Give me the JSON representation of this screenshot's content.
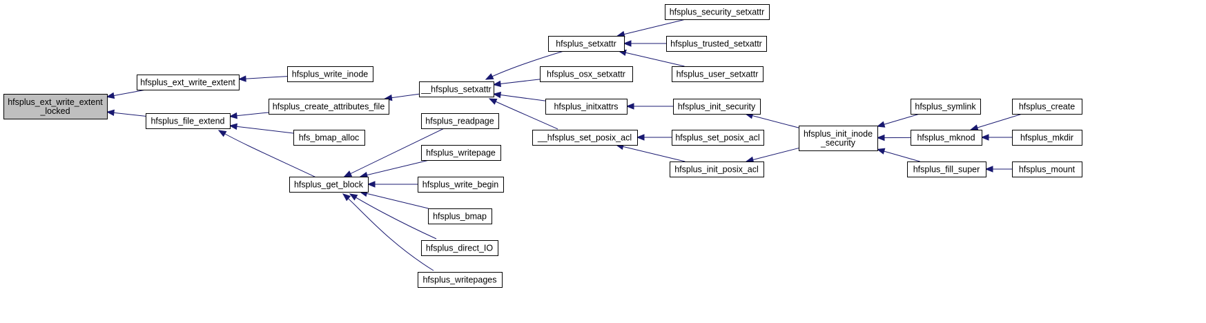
{
  "nodes": [
    {
      "id": "n0",
      "lines": [
        "hfsplus_ext_write_extent",
        "_locked"
      ],
      "focus": true
    },
    {
      "id": "n1",
      "lines": [
        "hfsplus_ext_write_extent"
      ]
    },
    {
      "id": "n2",
      "lines": [
        "hfsplus_write_inode"
      ]
    },
    {
      "id": "n3",
      "lines": [
        "hfsplus_file_extend"
      ]
    },
    {
      "id": "n4",
      "lines": [
        "hfsplus_create_attributes_file"
      ]
    },
    {
      "id": "n5",
      "lines": [
        "hfs_bmap_alloc"
      ]
    },
    {
      "id": "n6",
      "lines": [
        "hfsplus_get_block"
      ]
    },
    {
      "id": "n7",
      "lines": [
        "__hfsplus_setxattr"
      ]
    },
    {
      "id": "n8",
      "lines": [
        "hfsplus_readpage"
      ]
    },
    {
      "id": "n9",
      "lines": [
        "hfsplus_writepage"
      ]
    },
    {
      "id": "n10",
      "lines": [
        "hfsplus_write_begin"
      ]
    },
    {
      "id": "n11",
      "lines": [
        "hfsplus_bmap"
      ]
    },
    {
      "id": "n12",
      "lines": [
        "hfsplus_direct_IO"
      ]
    },
    {
      "id": "n13",
      "lines": [
        "hfsplus_writepages"
      ]
    },
    {
      "id": "n14",
      "lines": [
        "hfsplus_setxattr"
      ]
    },
    {
      "id": "n15",
      "lines": [
        "hfsplus_osx_setxattr"
      ]
    },
    {
      "id": "n16",
      "lines": [
        "hfsplus_initxattrs"
      ]
    },
    {
      "id": "n17",
      "lines": [
        "__hfsplus_set_posix_acl"
      ]
    },
    {
      "id": "n18",
      "lines": [
        "hfsplus_security_setxattr"
      ]
    },
    {
      "id": "n19",
      "lines": [
        "hfsplus_trusted_setxattr"
      ]
    },
    {
      "id": "n20",
      "lines": [
        "hfsplus_user_setxattr"
      ]
    },
    {
      "id": "n21",
      "lines": [
        "hfsplus_init_security"
      ]
    },
    {
      "id": "n22",
      "lines": [
        "hfsplus_set_posix_acl"
      ]
    },
    {
      "id": "n23",
      "lines": [
        "hfsplus_init_posix_acl"
      ]
    },
    {
      "id": "n24",
      "lines": [
        "hfsplus_init_inode",
        "_security"
      ]
    },
    {
      "id": "n25",
      "lines": [
        "hfsplus_symlink"
      ]
    },
    {
      "id": "n26",
      "lines": [
        "hfsplus_mknod"
      ]
    },
    {
      "id": "n27",
      "lines": [
        "hfsplus_fill_super"
      ]
    },
    {
      "id": "n28",
      "lines": [
        "hfsplus_create"
      ]
    },
    {
      "id": "n29",
      "lines": [
        "hfsplus_mkdir"
      ]
    },
    {
      "id": "n30",
      "lines": [
        "hfsplus_mount"
      ]
    }
  ],
  "edges": [
    {
      "from": "n1",
      "to": "n0"
    },
    {
      "from": "n3",
      "to": "n0"
    },
    {
      "from": "n2",
      "to": "n1"
    },
    {
      "from": "n4",
      "to": "n3"
    },
    {
      "from": "n5",
      "to": "n3"
    },
    {
      "from": "n6",
      "to": "n3"
    },
    {
      "from": "n7",
      "to": "n4"
    },
    {
      "from": "n8",
      "to": "n6"
    },
    {
      "from": "n9",
      "to": "n6"
    },
    {
      "from": "n10",
      "to": "n6"
    },
    {
      "from": "n11",
      "to": "n6"
    },
    {
      "from": "n12",
      "to": "n6"
    },
    {
      "from": "n13",
      "to": "n6"
    },
    {
      "from": "n14",
      "to": "n7"
    },
    {
      "from": "n15",
      "to": "n7"
    },
    {
      "from": "n16",
      "to": "n7"
    },
    {
      "from": "n17",
      "to": "n7"
    },
    {
      "from": "n18",
      "to": "n14"
    },
    {
      "from": "n19",
      "to": "n14"
    },
    {
      "from": "n20",
      "to": "n14"
    },
    {
      "from": "n21",
      "to": "n16"
    },
    {
      "from": "n22",
      "to": "n17"
    },
    {
      "from": "n23",
      "to": "n17"
    },
    {
      "from": "n24",
      "to": "n21"
    },
    {
      "from": "n24",
      "to": "n23"
    },
    {
      "from": "n25",
      "to": "n24"
    },
    {
      "from": "n26",
      "to": "n24"
    },
    {
      "from": "n27",
      "to": "n24"
    },
    {
      "from": "n28",
      "to": "n26"
    },
    {
      "from": "n29",
      "to": "n26"
    },
    {
      "from": "n30",
      "to": "n27"
    }
  ],
  "colors": {
    "edge": "#191970",
    "focus_fill": "#bfbfbf",
    "node_fill": "#ffffff",
    "node_border": "#000000"
  }
}
